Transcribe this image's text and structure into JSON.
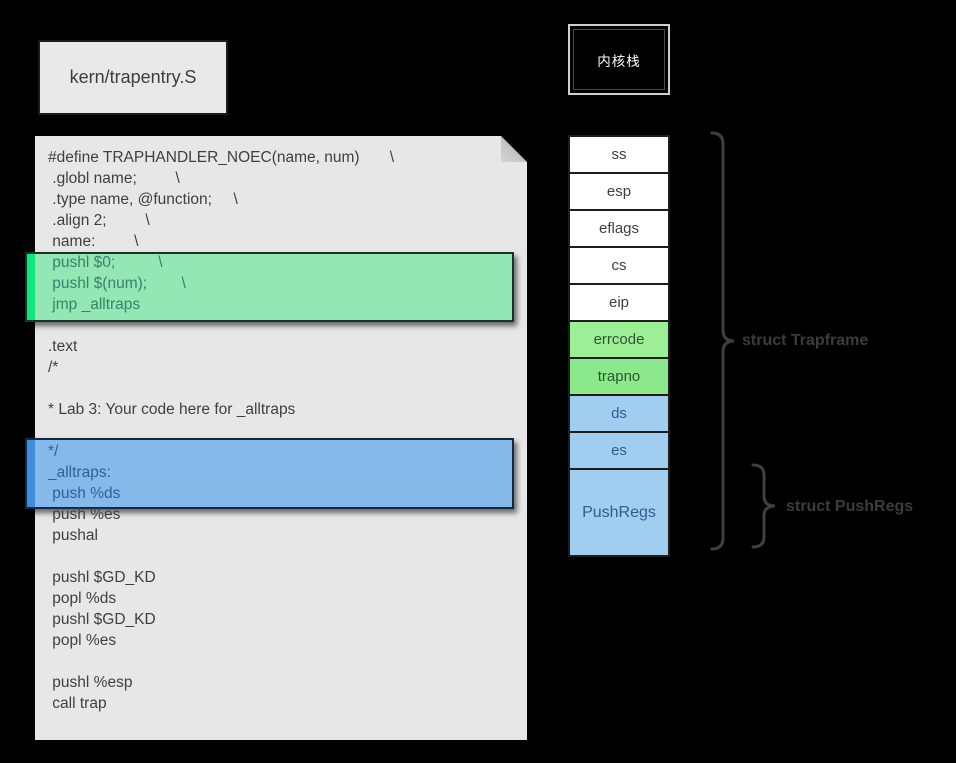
{
  "file_box": {
    "label": "kern/trapentry.S"
  },
  "code": {
    "lines": [
      {
        "text": "#define TRAPHANDLER_NOEC(name, num)       \\",
        "cls": ""
      },
      {
        "text": " .globl name;         \\",
        "cls": ""
      },
      {
        "text": " .type name, @function;     \\",
        "cls": ""
      },
      {
        "text": " .align 2;         \\",
        "cls": ""
      },
      {
        "text": " name:         \\",
        "cls": ""
      },
      {
        "text": " pushl $0;          \\",
        "cls": "green"
      },
      {
        "text": " pushl $(num);        \\",
        "cls": "green"
      },
      {
        "text": " jmp _alltraps",
        "cls": "green"
      },
      {
        "text": "",
        "cls": ""
      },
      {
        "text": ".text",
        "cls": ""
      },
      {
        "text": "/*",
        "cls": ""
      },
      {
        "text": "",
        "cls": ""
      },
      {
        "text": "* Lab 3: Your code here for _alltraps",
        "cls": ""
      },
      {
        "text": "",
        "cls": ""
      },
      {
        "text": "*/",
        "cls": "blue"
      },
      {
        "text": "_alltraps:",
        "cls": "blue"
      },
      {
        "text": " push %ds",
        "cls": "blue"
      },
      {
        "text": " push %es",
        "cls": ""
      },
      {
        "text": " pushal",
        "cls": ""
      },
      {
        "text": "",
        "cls": ""
      },
      {
        "text": " pushl $GD_KD",
        "cls": ""
      },
      {
        "text": " popl %ds",
        "cls": ""
      },
      {
        "text": " pushl $GD_KD",
        "cls": ""
      },
      {
        "text": " popl %es",
        "cls": ""
      },
      {
        "text": "",
        "cls": ""
      },
      {
        "text": " pushl %esp",
        "cls": ""
      },
      {
        "text": " call trap",
        "cls": ""
      }
    ]
  },
  "kernel_stack": {
    "title": "内核栈",
    "cells": [
      {
        "label": "ss",
        "cls": "white"
      },
      {
        "label": "esp",
        "cls": "white"
      },
      {
        "label": "eflags",
        "cls": "white"
      },
      {
        "label": "cs",
        "cls": "white"
      },
      {
        "label": "eip",
        "cls": "white"
      },
      {
        "label": "errcode",
        "cls": "green-a"
      },
      {
        "label": "trapno",
        "cls": "green-b"
      },
      {
        "label": "ds",
        "cls": "blue"
      },
      {
        "label": "es",
        "cls": "blue"
      },
      {
        "label": "PushRegs",
        "cls": "blue tall"
      }
    ]
  },
  "annotations": {
    "trapframe": "struct Trapframe",
    "pushregs": "struct PushRegs"
  },
  "colors": {
    "bg": "#000000",
    "panel": "#e7e7e7",
    "code_text": "#3f3f3f",
    "box_bg": "#e9e9e9",
    "box_border": "#1c1c1c",
    "box_text": "#3d3d3d",
    "green_strip": "#0de87d",
    "green_fill": "#92e7b5",
    "green_border": "#153526",
    "green_text": "#3a8168",
    "blue_strip": "#3e8edc",
    "blue_fill": "#85b9ea",
    "blue_border": "#122844",
    "blue_text": "#2f6097",
    "cell_white": "#ffffff",
    "cell_green_a": "#9cef94",
    "cell_green_b": "#8be88b",
    "cell_blue": "#a0cdf0",
    "cell_border": "#1d1d1d",
    "cell_text": "#3f3f3f",
    "cell_text_green": "#2f5430",
    "cell_text_blue": "#2e5e8c",
    "kstack_bg": "#000000",
    "kstack_border": "#cfcfcf",
    "kstack_text": "#ffffff",
    "brace": "#3f3f3f",
    "annotation_text": "#3c3c3c"
  }
}
